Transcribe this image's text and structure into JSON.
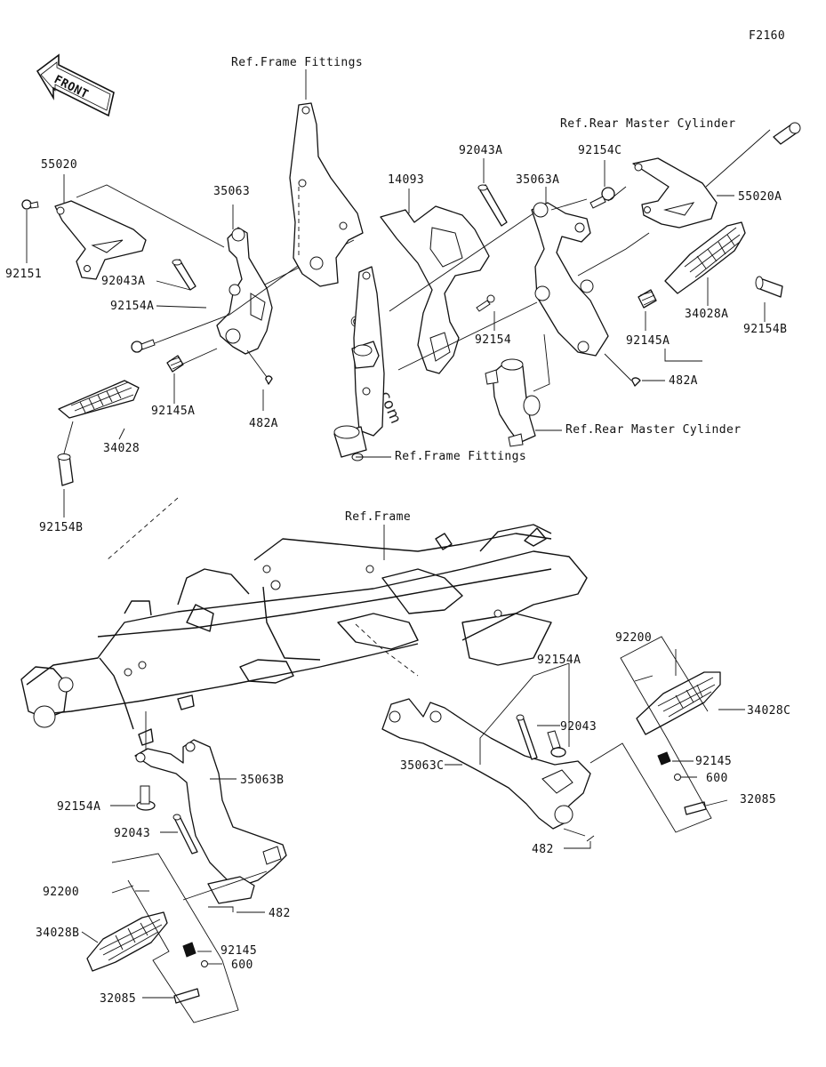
{
  "figure_code": "F2160",
  "front_label": "FRONT",
  "watermark": "©Partzilla.com",
  "callouts": {
    "c55020": "55020",
    "c92151": "92151",
    "c35063": "35063",
    "c92043A_l": "92043A",
    "c92154A_l": "92154A",
    "c92145A_l": "92145A",
    "c482A_l": "482A",
    "c34028": "34028",
    "c92154B_l": "92154B",
    "c_ref_frame_fittings_top": "Ref.Frame Fittings",
    "c14093": "14093",
    "c92043A_r": "92043A",
    "c35063A": "35063A",
    "c92154C": "92154C",
    "c92154": "92154",
    "c_ref_rear_master_top": "Ref.Rear Master Cylinder",
    "c55020A": "55020A",
    "c34028A": "34028A",
    "c92154B_r": "92154B",
    "c92145A_r": "92145A",
    "c482A_r": "482A",
    "c_ref_rear_master_bottom": "Ref.Rear Master Cylinder",
    "c_ref_frame_fittings_bottom": "Ref.Frame Fittings",
    "c_ref_frame": "Ref.Frame",
    "c92154A_b": "92154A",
    "c92043_r": "92043",
    "c92200_r": "92200",
    "c34028C": "34028C",
    "c35063C": "35063C",
    "c92145_r": "92145",
    "c600_r": "600",
    "c32085_r": "32085",
    "c482_r": "482",
    "c35063B": "35063B",
    "c92154A_bl": "92154A",
    "c92043_l": "92043",
    "c92200_l": "92200",
    "c482_l": "482",
    "c34028B": "34028B",
    "c92145_l": "92145",
    "c600_l": "600",
    "c32085_l": "32085"
  }
}
